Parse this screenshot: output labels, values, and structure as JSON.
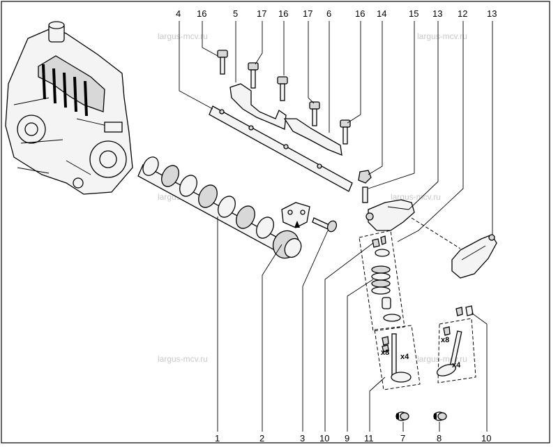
{
  "top_labels": [
    "4",
    "16",
    "5",
    "17",
    "16",
    "17",
    "6",
    "16",
    "14",
    "15",
    "13",
    "12",
    "13"
  ],
  "bottom_labels": [
    "1",
    "2",
    "3",
    "10",
    "9",
    "11",
    "7",
    "8",
    "10"
  ],
  "quantities": [
    "x8",
    "x4",
    "x8",
    "x4"
  ],
  "watermarks": [
    "largus-mcv.ru",
    "largus-mcv.ru",
    "largus-mcv.ru",
    "largus-mcv.ru",
    "largus-mcv.ru",
    "largus-mcv.ru"
  ]
}
